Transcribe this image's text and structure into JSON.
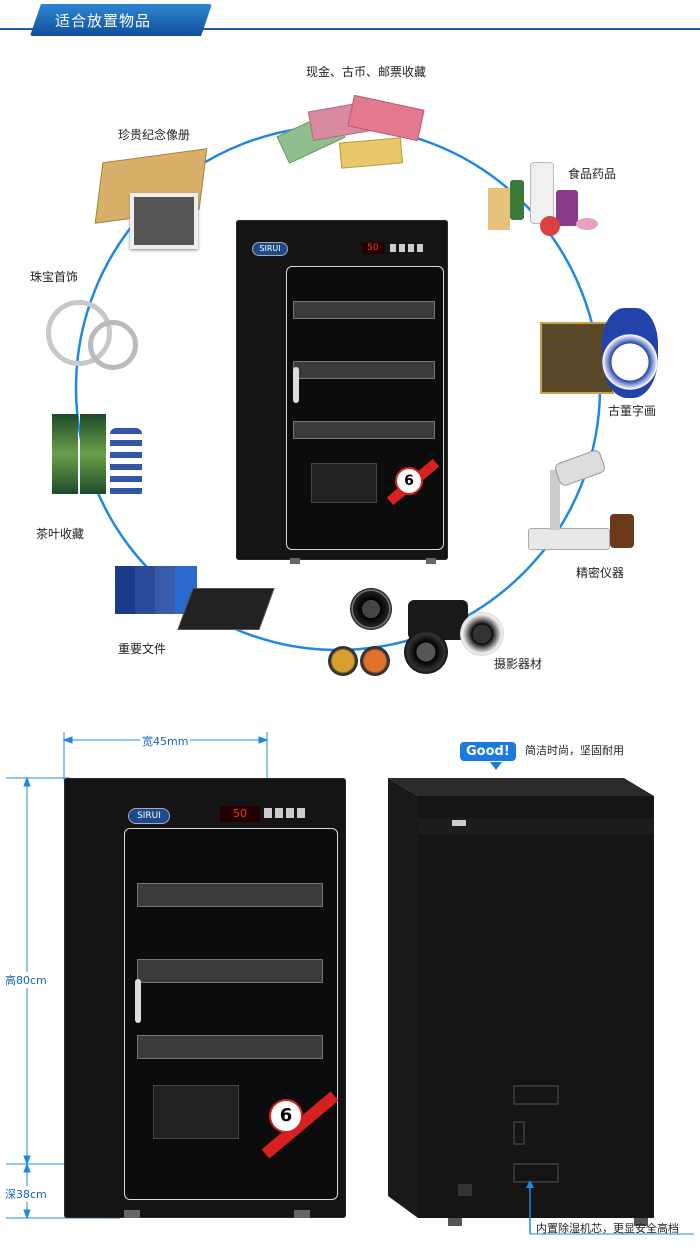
{
  "header": {
    "title": "适合放置物品"
  },
  "items": [
    {
      "label": "现金、古币、邮票收藏"
    },
    {
      "label": "珍贵纪念像册"
    },
    {
      "label": "食品药品"
    },
    {
      "label": "珠宝首饰"
    },
    {
      "label": "古董字画"
    },
    {
      "label": "茶叶收藏"
    },
    {
      "label": "精密仪器"
    },
    {
      "label": "重要文件"
    },
    {
      "label": "摄影器材"
    }
  ],
  "cabinet": {
    "brand": "SIRUI",
    "display": "50",
    "badge": "6"
  },
  "dimensions": {
    "width": "宽45mm",
    "height": "高80cm",
    "depth": "深38cm"
  },
  "features": {
    "good_badge": "Good!",
    "good_text": "简洁时尚，坚固耐用",
    "bottom_text": "内置除湿机芯，更显安全高档"
  },
  "colors": {
    "accent": "#1a5ea6",
    "line": "#1e88e5",
    "cabinet": "#141414"
  }
}
